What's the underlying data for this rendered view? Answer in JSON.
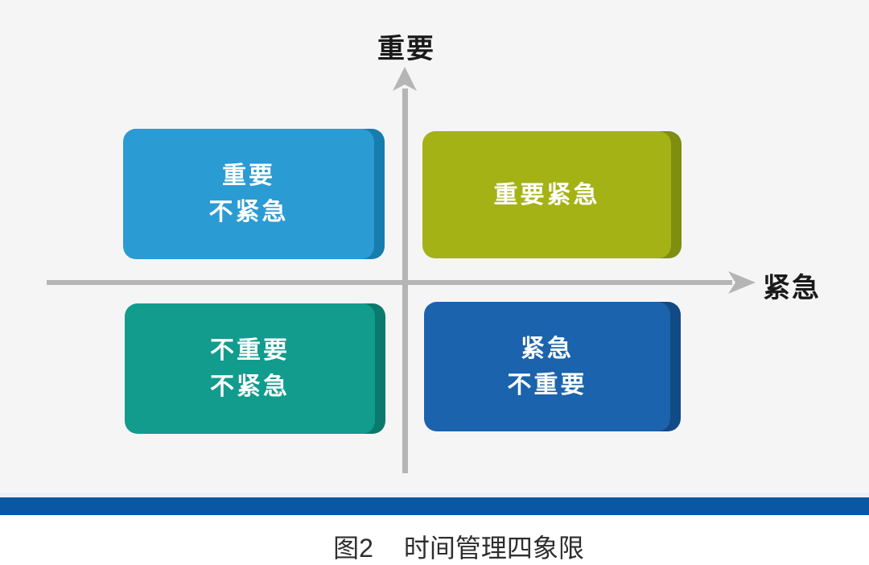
{
  "figure": {
    "caption": {
      "label": "图2",
      "title": "时间管理四象限"
    },
    "axes": {
      "y_axis_label": "重要",
      "x_axis_label": "紧急",
      "axis_color": "#b5b5b5",
      "label_color": "#1a1a1a"
    },
    "quadrants": {
      "top_left": {
        "line1": "重要",
        "line2": "不紧急",
        "color": "#2a9bd3",
        "side_color": "#177cae"
      },
      "top_right": {
        "line1": "重要紧急",
        "color": "#a5b216",
        "side_color": "#7f8d10"
      },
      "bottom_left": {
        "line1": "不重要",
        "line2": "不紧急",
        "color": "#119c8d",
        "side_color": "#0b7a6e"
      },
      "bottom_right": {
        "line1": "紧急",
        "line2": "不重要",
        "color": "#1b63ac",
        "side_color": "#114a84"
      }
    },
    "bottom_bar_color": "#0a57a3",
    "box_text_color": "#ffffff"
  }
}
